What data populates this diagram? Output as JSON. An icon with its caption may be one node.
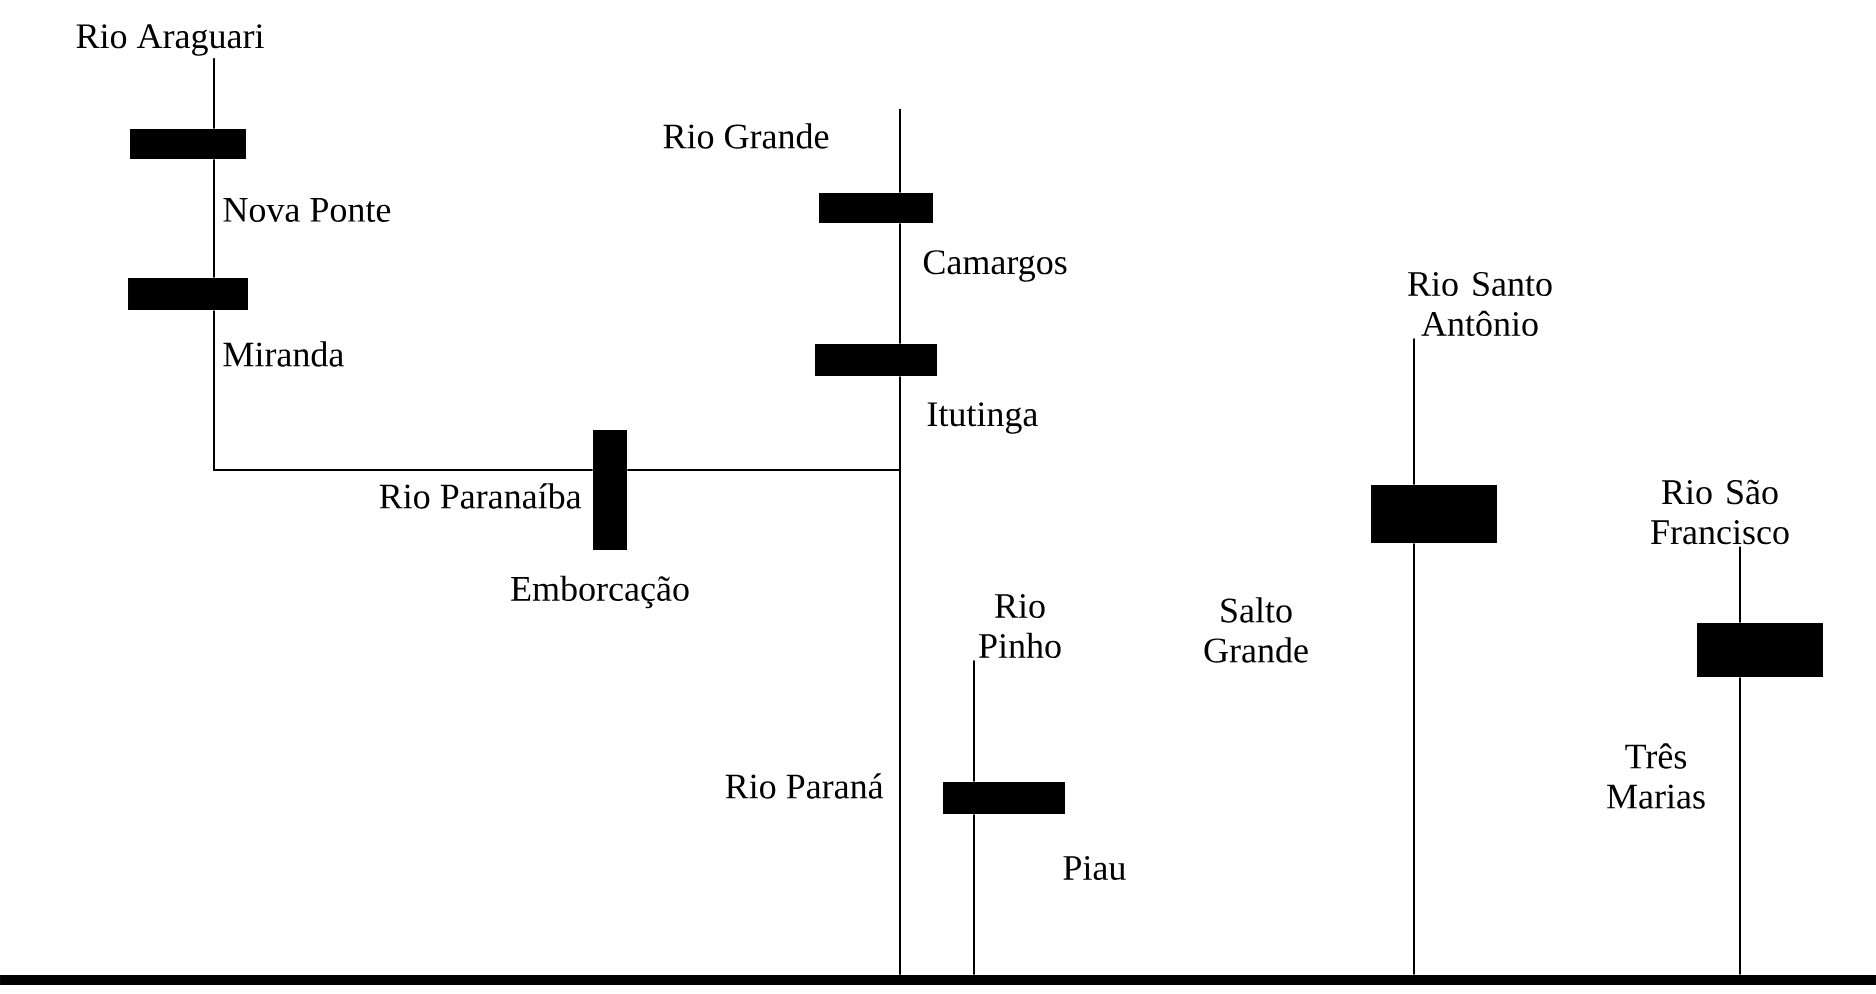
{
  "diagram": {
    "nodes": [
      {
        "text": [],
        "shape": "bar",
        "beside": [
          "Nova Ponte"
        ]
      },
      {
        "text": [],
        "shape": "bar",
        "beside": [
          "Miranda"
        ]
      },
      {
        "text": [],
        "shape": "bar",
        "beside": [
          "Emborcação"
        ]
      },
      {
        "text": [],
        "shape": "bar",
        "beside": [
          "Camargos"
        ]
      },
      {
        "text": [],
        "shape": "bar",
        "beside": [
          "Itutinga"
        ]
      },
      {
        "text": [],
        "shape": "bar",
        "beside": [
          "Salto Grande"
        ]
      },
      {
        "text": [],
        "shape": "bar",
        "beside": [
          "Piau"
        ]
      },
      {
        "text": [],
        "shape": "bar",
        "beside": [
          "Três Marias"
        ]
      },
      {
        "text": [],
        "shape": "bar"
      },
      {
        "text": [
          "Rio Araguari"
        ]
      },
      {
        "text": [
          "Rio Grande"
        ]
      },
      {
        "text": [
          "Rio Santo Antônio"
        ]
      },
      {
        "text": [
          "Rio São Francisco"
        ]
      },
      {
        "text": [
          "Rio Pinho"
        ]
      }
    ],
    "edges": [
      {
        "from": 9,
        "to": 0,
        "arrow": "none"
      },
      {
        "from": 0,
        "to": 1,
        "arrow": "none"
      },
      {
        "from": 1,
        "to": 2,
        "arrow": "none"
      },
      {
        "from": 2,
        "to": 8,
        "arrow": "none"
      },
      {
        "from": 10,
        "to": 3,
        "arrow": "none"
      },
      {
        "from": 3,
        "to": 4,
        "arrow": "none"
      },
      {
        "from": 4,
        "to": 8,
        "arrow": "none"
      },
      {
        "from": 11,
        "to": 5,
        "arrow": "none"
      },
      {
        "from": 5,
        "to": 8,
        "arrow": "none"
      },
      {
        "from": 13,
        "to": 6,
        "arrow": "none"
      },
      {
        "from": 6,
        "to": 8,
        "arrow": "none"
      },
      {
        "from": 12,
        "to": 7,
        "arrow": "none"
      },
      {
        "from": 7,
        "to": 8,
        "arrow": "none"
      }
    ],
    "labels": [
      "Rio Paranaíba",
      "Rio Paraná"
    ]
  }
}
